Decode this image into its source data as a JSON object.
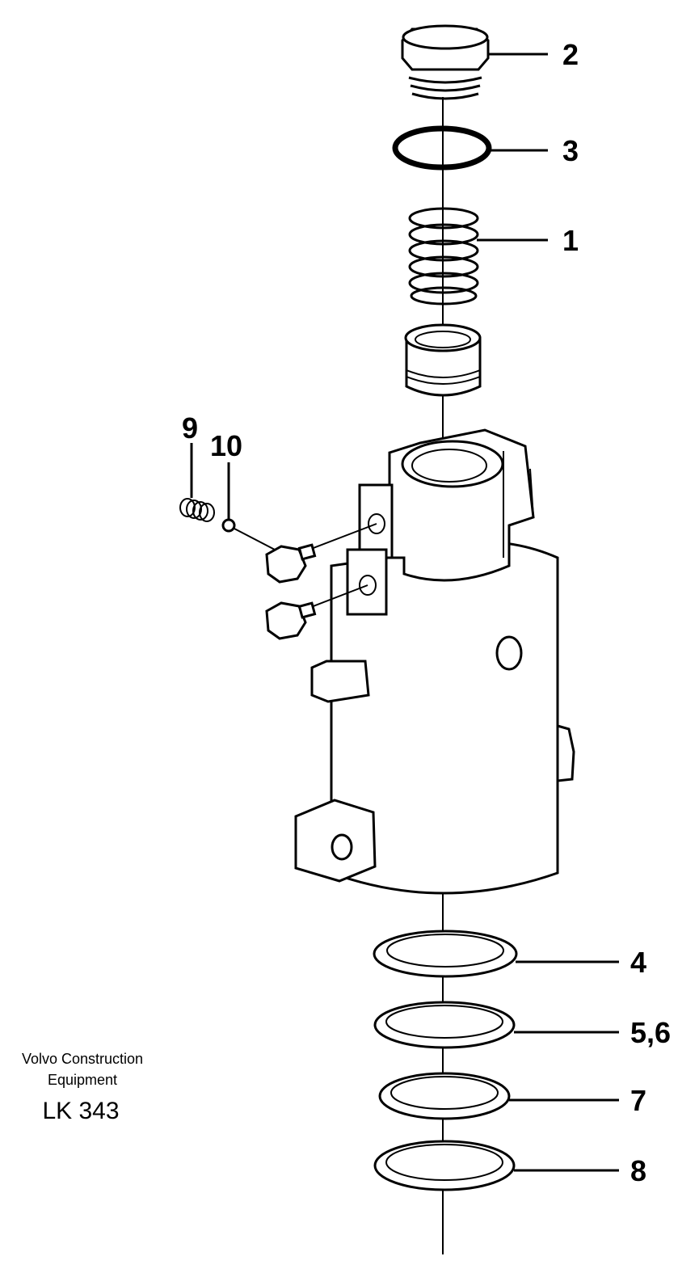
{
  "callouts": [
    "1",
    "2",
    "3",
    "4",
    "5,6",
    "7",
    "8",
    "9",
    "10"
  ],
  "publisher": {
    "line1": "Volvo Construction",
    "line2": "Equipment",
    "code": "LK 343"
  }
}
